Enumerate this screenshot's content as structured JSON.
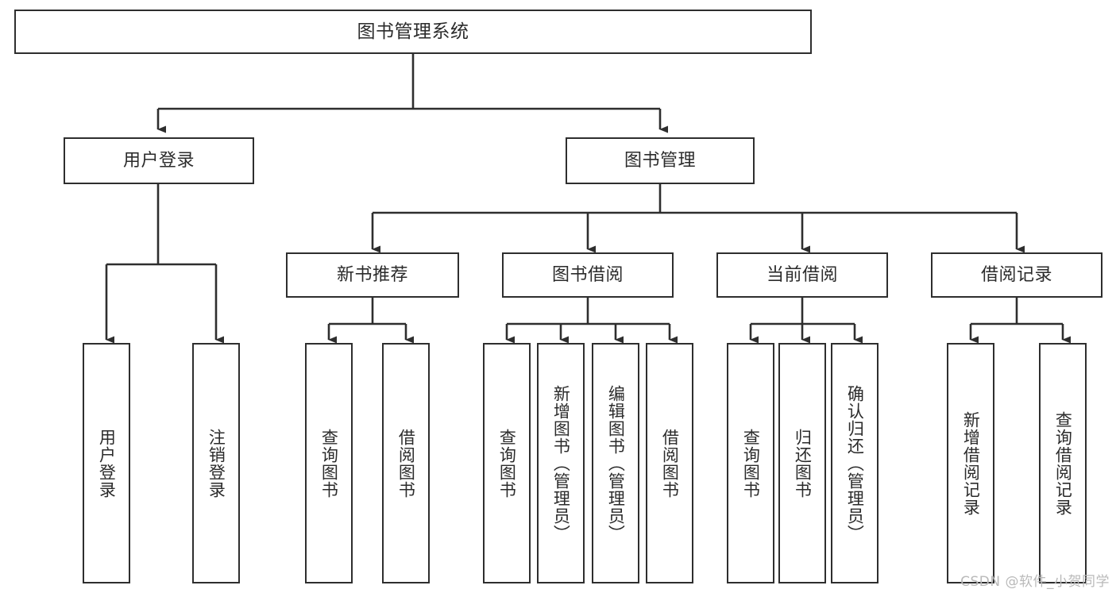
{
  "diagram": {
    "type": "tree-hierarchy",
    "title": "图书管理系统",
    "stroke_color": "#2e2e2e",
    "background_color": "#ffffff",
    "text_color": "#2b2b2b",
    "watermark": "CSDN @软件_小贺同学",
    "nodes": {
      "root": {
        "label": "图书管理系统"
      },
      "level2": [
        {
          "label": "用户登录"
        },
        {
          "label": "图书管理"
        }
      ],
      "level3": [
        {
          "label": "新书推荐"
        },
        {
          "label": "图书借阅"
        },
        {
          "label": "当前借阅"
        },
        {
          "label": "借阅记录"
        }
      ],
      "leaves_user_login": [
        {
          "label": "用户登录"
        },
        {
          "label": "注销登录"
        }
      ],
      "leaves_new_book": [
        {
          "label": "查询图书"
        },
        {
          "label": "借阅图书"
        }
      ],
      "leaves_borrow": [
        {
          "label": "查询图书"
        },
        {
          "label": "新增图书（管理员）"
        },
        {
          "label": "编辑图书（管理员）"
        },
        {
          "label": "借阅图书"
        }
      ],
      "leaves_current": [
        {
          "label": "查询图书"
        },
        {
          "label": "归还图书"
        },
        {
          "label": "确认归还（管理员）"
        }
      ],
      "leaves_records": [
        {
          "label": "新增借阅记录"
        },
        {
          "label": "查询借阅记录"
        }
      ]
    }
  }
}
